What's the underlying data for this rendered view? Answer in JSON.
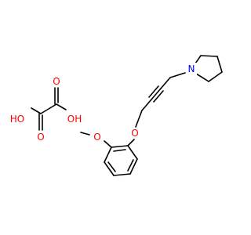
{
  "colors": {
    "bond": "#000000",
    "oxygen": "#ff0000",
    "nitrogen": "#0000ff",
    "background": "#ffffff"
  },
  "molecules": {
    "oxalic_acid": {
      "labels": {
        "hydroxyl_left": "HO",
        "carbonyl_o_left": "O",
        "carbonyl_o_right": "O",
        "hydroxyl_right": "OH"
      }
    },
    "main_compound": {
      "labels": {
        "nitrogen": "N",
        "ether_o": "O",
        "methoxy_o": "O"
      }
    }
  }
}
